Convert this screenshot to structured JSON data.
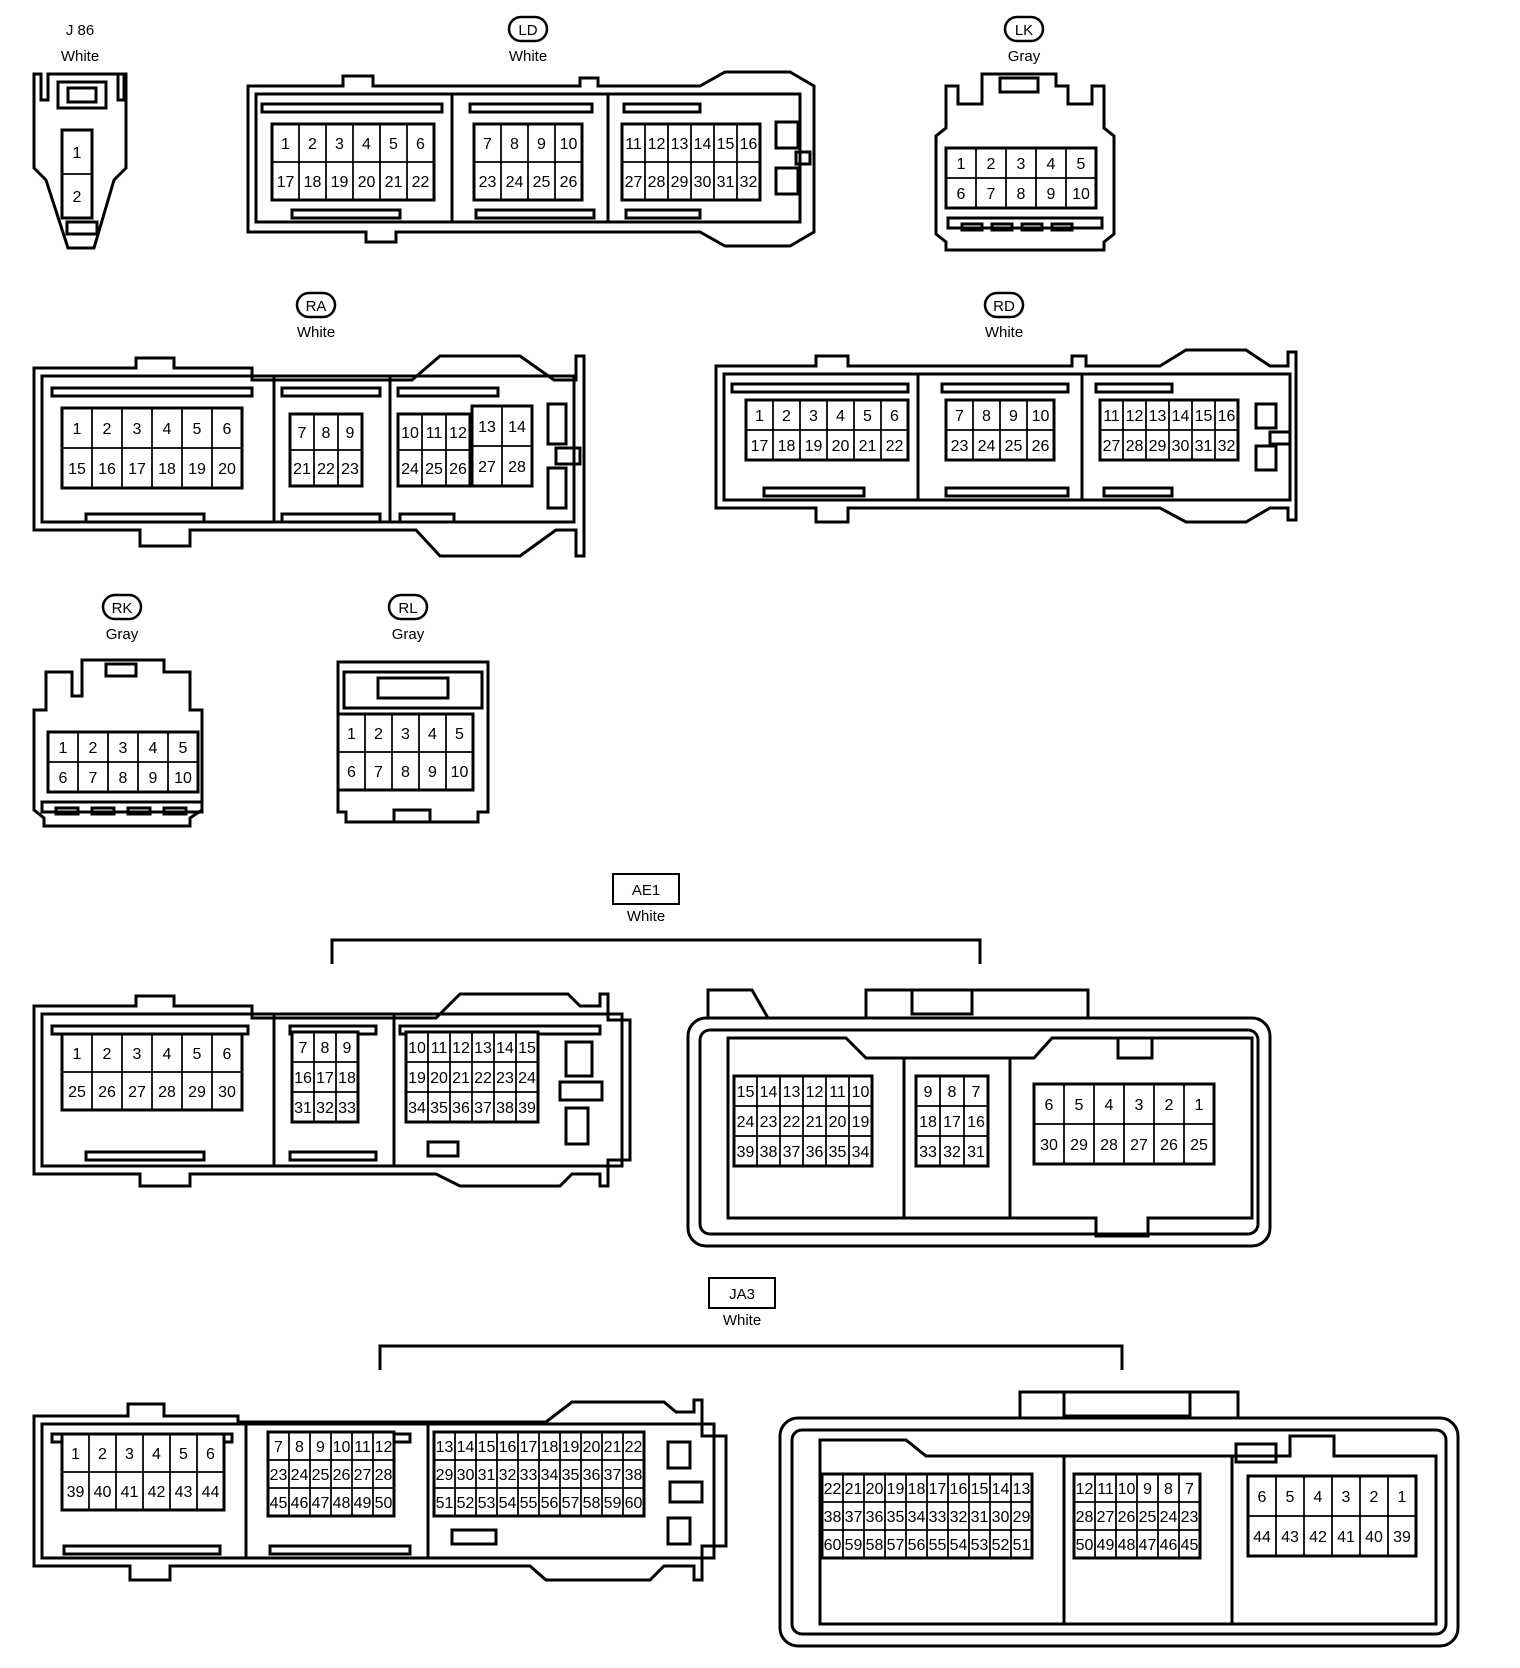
{
  "connectors": [
    {
      "id": "j86",
      "code": "J 86",
      "code_style": "plain",
      "color": "White",
      "rows": [
        [
          "1"
        ],
        [
          "2"
        ]
      ]
    },
    {
      "id": "ld",
      "code": "LD",
      "code_style": "oval",
      "color": "White",
      "groups": [
        {
          "rows": [
            [
              "1",
              "2",
              "3",
              "4",
              "5",
              "6"
            ],
            [
              "17",
              "18",
              "19",
              "20",
              "21",
              "22"
            ]
          ]
        },
        {
          "rows": [
            [
              "7",
              "8",
              "9",
              "10"
            ],
            [
              "23",
              "24",
              "25",
              "26"
            ]
          ]
        },
        {
          "rows": [
            [
              "11",
              "12",
              "13",
              "14",
              "15",
              "16"
            ],
            [
              "27",
              "28",
              "29",
              "30",
              "31",
              "32"
            ]
          ]
        }
      ]
    },
    {
      "id": "lk",
      "code": "LK",
      "code_style": "oval",
      "color": "Gray",
      "rows": [
        [
          "1",
          "2",
          "3",
          "4",
          "5"
        ],
        [
          "6",
          "7",
          "8",
          "9",
          "10"
        ]
      ]
    },
    {
      "id": "ra",
      "code": "RA",
      "code_style": "oval",
      "color": "White",
      "groups": [
        {
          "rows": [
            [
              "1",
              "2",
              "3",
              "4",
              "5",
              "6"
            ],
            [
              "15",
              "16",
              "17",
              "18",
              "19",
              "20"
            ]
          ]
        },
        {
          "rows": [
            [
              "7",
              "8",
              "9"
            ],
            [
              "21",
              "22",
              "23"
            ]
          ]
        },
        {
          "rows": [
            [
              "10",
              "11",
              "12"
            ],
            [
              "24",
              "25",
              "26"
            ]
          ]
        },
        {
          "rows": [
            [
              "13",
              "14"
            ],
            [
              "27",
              "28"
            ]
          ]
        }
      ]
    },
    {
      "id": "rd",
      "code": "RD",
      "code_style": "oval",
      "color": "White",
      "groups": [
        {
          "rows": [
            [
              "1",
              "2",
              "3",
              "4",
              "5",
              "6"
            ],
            [
              "17",
              "18",
              "19",
              "20",
              "21",
              "22"
            ]
          ]
        },
        {
          "rows": [
            [
              "7",
              "8",
              "9",
              "10"
            ],
            [
              "23",
              "24",
              "25",
              "26"
            ]
          ]
        },
        {
          "rows": [
            [
              "11",
              "12",
              "13",
              "14",
              "15",
              "16"
            ],
            [
              "27",
              "28",
              "29",
              "30",
              "31",
              "32"
            ]
          ]
        }
      ]
    },
    {
      "id": "rk",
      "code": "RK",
      "code_style": "oval",
      "color": "Gray",
      "rows": [
        [
          "1",
          "2",
          "3",
          "4",
          "5"
        ],
        [
          "6",
          "7",
          "8",
          "9",
          "10"
        ]
      ]
    },
    {
      "id": "rl",
      "code": "RL",
      "code_style": "oval",
      "color": "Gray",
      "rows": [
        [
          "1",
          "2",
          "3",
          "4",
          "5"
        ],
        [
          "6",
          "7",
          "8",
          "9",
          "10"
        ]
      ]
    },
    {
      "id": "ae1",
      "code": "AE1",
      "code_style": "box",
      "color": "White",
      "left": [
        {
          "rows": [
            [
              "1",
              "2",
              "3",
              "4",
              "5",
              "6"
            ],
            [
              "25",
              "26",
              "27",
              "28",
              "29",
              "30"
            ]
          ]
        },
        {
          "rows": [
            [
              "7",
              "8",
              "9"
            ],
            [
              "16",
              "17",
              "18"
            ],
            [
              "31",
              "32",
              "33"
            ]
          ]
        },
        {
          "rows": [
            [
              "10",
              "11",
              "12",
              "13",
              "14",
              "15"
            ],
            [
              "19",
              "20",
              "21",
              "22",
              "23",
              "24"
            ],
            [
              "34",
              "35",
              "36",
              "37",
              "38",
              "39"
            ]
          ]
        }
      ],
      "right": [
        {
          "rows": [
            [
              "15",
              "14",
              "13",
              "12",
              "11",
              "10"
            ],
            [
              "24",
              "23",
              "22",
              "21",
              "20",
              "19"
            ],
            [
              "39",
              "38",
              "37",
              "36",
              "35",
              "34"
            ]
          ]
        },
        {
          "rows": [
            [
              "9",
              "8",
              "7"
            ],
            [
              "18",
              "17",
              "16"
            ],
            [
              "33",
              "32",
              "31"
            ]
          ]
        },
        {
          "rows": [
            [
              "6",
              "5",
              "4",
              "3",
              "2",
              "1"
            ],
            [
              "30",
              "29",
              "28",
              "27",
              "26",
              "25"
            ]
          ]
        }
      ]
    },
    {
      "id": "ja3",
      "code": "JA3",
      "code_style": "box",
      "color": "White",
      "left": [
        {
          "rows": [
            [
              "1",
              "2",
              "3",
              "4",
              "5",
              "6"
            ],
            [
              "39",
              "40",
              "41",
              "42",
              "43",
              "44"
            ]
          ]
        },
        {
          "rows": [
            [
              "7",
              "8",
              "9",
              "10",
              "11",
              "12"
            ],
            [
              "23",
              "24",
              "25",
              "26",
              "27",
              "28"
            ],
            [
              "45",
              "46",
              "47",
              "48",
              "49",
              "50"
            ]
          ]
        },
        {
          "rows": [
            [
              "13",
              "14",
              "15",
              "16",
              "17",
              "18",
              "19",
              "20",
              "21",
              "22"
            ],
            [
              "29",
              "30",
              "31",
              "32",
              "33",
              "34",
              "35",
              "36",
              "37",
              "38"
            ],
            [
              "51",
              "52",
              "53",
              "54",
              "55",
              "56",
              "57",
              "58",
              "59",
              "60"
            ]
          ]
        }
      ],
      "right": [
        {
          "rows": [
            [
              "22",
              "21",
              "20",
              "19",
              "18",
              "17",
              "16",
              "15",
              "14",
              "13"
            ],
            [
              "38",
              "37",
              "36",
              "35",
              "34",
              "33",
              "32",
              "31",
              "30",
              "29"
            ],
            [
              "60",
              "59",
              "58",
              "57",
              "56",
              "55",
              "54",
              "53",
              "52",
              "51"
            ]
          ]
        },
        {
          "rows": [
            [
              "12",
              "11",
              "10",
              "9",
              "8",
              "7"
            ],
            [
              "28",
              "27",
              "26",
              "25",
              "24",
              "23"
            ],
            [
              "50",
              "49",
              "48",
              "47",
              "46",
              "45"
            ]
          ]
        },
        {
          "rows": [
            [
              "6",
              "5",
              "4",
              "3",
              "2",
              "1"
            ],
            [
              "44",
              "43",
              "42",
              "41",
              "40",
              "39"
            ]
          ]
        }
      ]
    }
  ]
}
